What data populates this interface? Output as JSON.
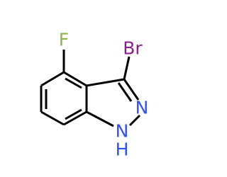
{
  "molecule": {
    "atoms": {
      "fluorine": {
        "symbol": "F",
        "color": "#8cb54b"
      },
      "bromine": {
        "symbol": "Br",
        "color": "#8a1f8c"
      },
      "pyrazole_n": {
        "symbol": "N",
        "color": "#3050f8"
      },
      "pyrazole_nh_n": {
        "symbol": "N",
        "color": "#3050f8"
      },
      "pyrazole_nh_h": {
        "symbol": "H",
        "color": "#3050f8"
      }
    },
    "bond_color": "#000000"
  }
}
